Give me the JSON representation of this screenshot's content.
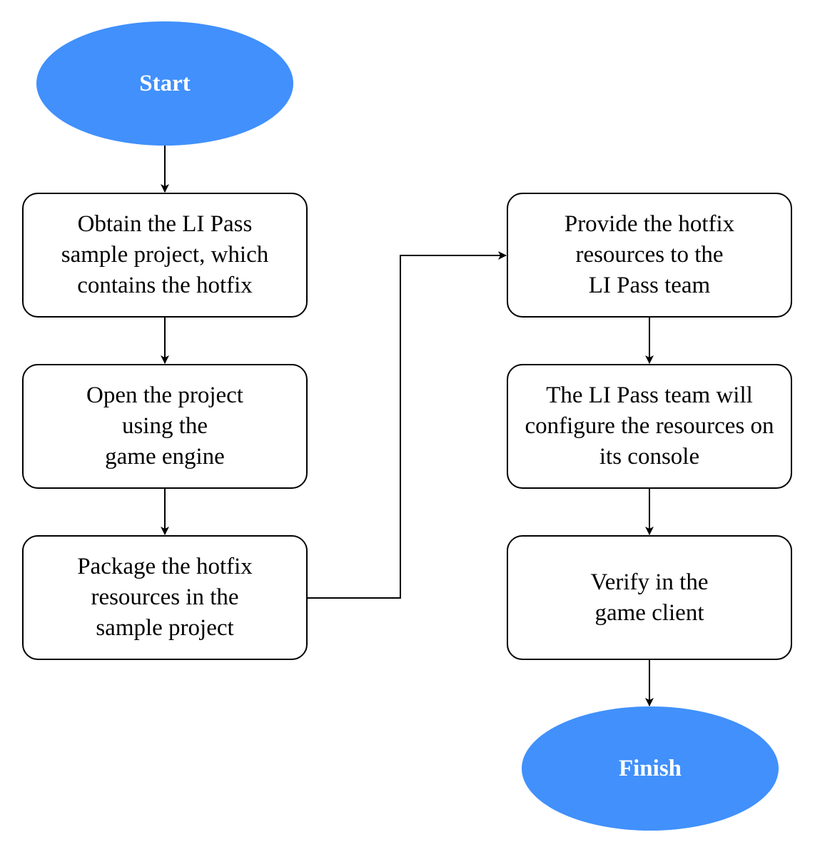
{
  "colors": {
    "terminal_fill": "#4190fc",
    "terminal_text": "#ffffff",
    "line": "#000000"
  },
  "nodes": {
    "start": "Start",
    "obtain": "Obtain the LI Pass\nsample project, which\ncontains the hotfix",
    "open": "Open the project\nusing the\ngame engine",
    "package": "Package the hotfix\nresources in the\nsample project",
    "provide": "Provide the hotfix\nresources to the\nLI Pass team",
    "configure": "The LI Pass team will\nconfigure the resources on\nits console",
    "verify": "Verify in the\ngame client",
    "finish": "Finish"
  }
}
